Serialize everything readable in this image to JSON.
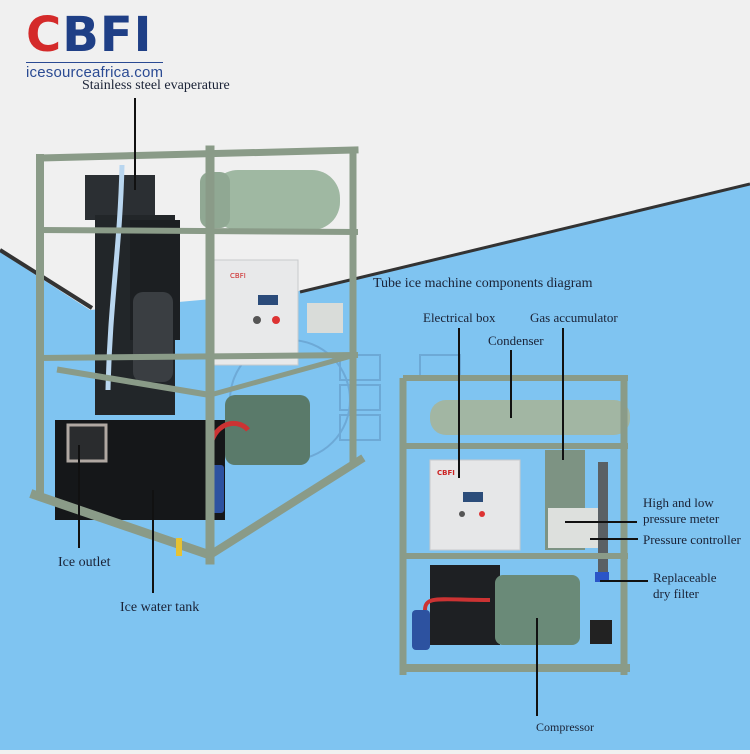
{
  "brand": {
    "logo_initial": "C",
    "logo_rest": "BFI",
    "url": "icesourceafrica.com",
    "colors": {
      "initial": "#d42a2a",
      "rest": "#1f3f86"
    }
  },
  "background": {
    "upper_color": "#f0f0f0",
    "lower_color": "#7fc4f1",
    "divider_color": "#333333"
  },
  "watermark": {
    "text": "CBFI"
  },
  "main_machine": {
    "labels": {
      "evaporator": "Stainless steel evaperature",
      "ice_outlet": "Ice outlet",
      "ice_water_tank": "Ice water tank"
    },
    "frame_color": "#8a9b88"
  },
  "diagram": {
    "title": "Tube ice machine components diagram",
    "labels": {
      "electrical_box": "Electrical box",
      "gas_accumulator": "Gas accumulator",
      "condenser": "Condenser",
      "pressure_meter_line1": "High and low",
      "pressure_meter_line2": "pressure meter",
      "pressure_controller": "Pressure controller",
      "dry_filter_line1": "Replaceable",
      "dry_filter_line2": "dry filter",
      "compressor": "Compressor"
    }
  }
}
